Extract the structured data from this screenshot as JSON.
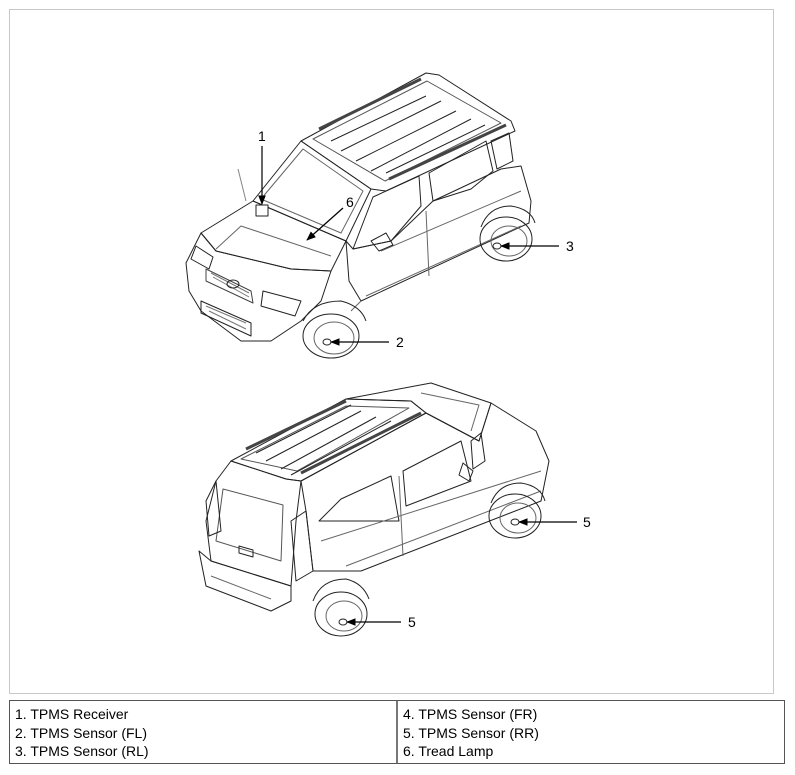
{
  "diagram": {
    "callouts": [
      "1",
      "6",
      "3",
      "2",
      "5",
      "5"
    ]
  },
  "legend": {
    "left": [
      "1. TPMS Receiver",
      "2. TPMS Sensor (FL)",
      "3. TPMS Sensor (RL)"
    ],
    "right": [
      "4. TPMS Sensor (FR)",
      "5. TPMS Sensor (RR)",
      "6. Tread Lamp"
    ]
  }
}
